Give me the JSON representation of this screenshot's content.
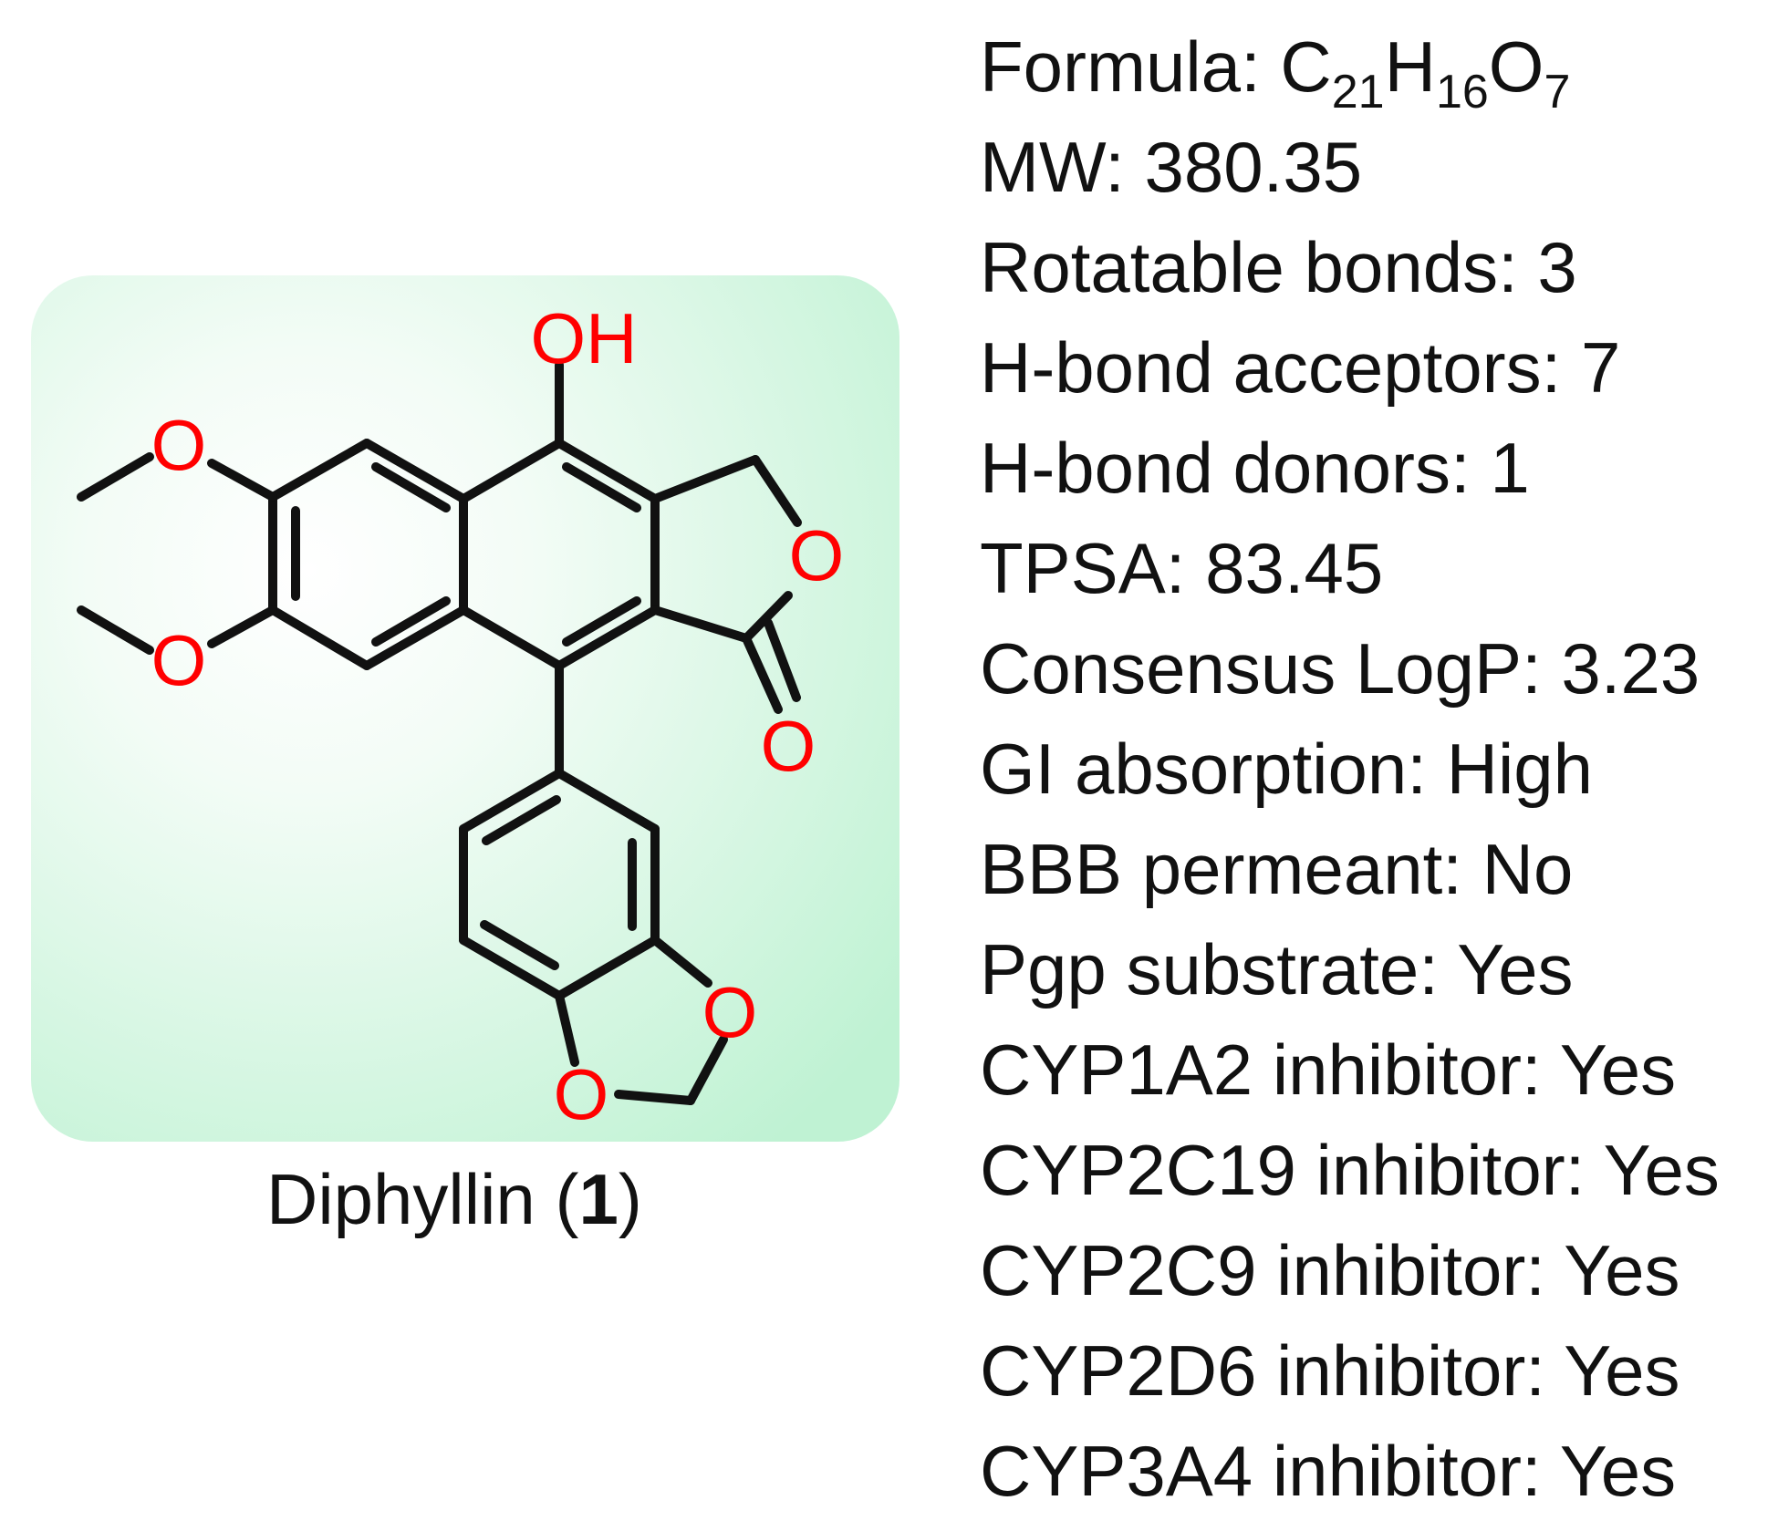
{
  "compound": {
    "name": "Diphyllin",
    "number": "1",
    "atom_labels": {
      "hydroxyl": "OH",
      "methoxy_top": "O",
      "methoxy_bottom": "O",
      "lactone_ring_o": "O",
      "carbonyl_o": "O",
      "dioxole_o_right": "O",
      "dioxole_o_left": "O"
    }
  },
  "properties": {
    "formula": {
      "label": "Formula: ",
      "element_c": "C",
      "count_c": "21",
      "element_h": "H",
      "count_h": "16",
      "element_o": "O",
      "count_o": "7"
    },
    "mw": "MW: 380.35",
    "rotatable_bonds": "Rotatable bonds: 3",
    "hbond_acceptors": "H-bond acceptors: 7",
    "hbond_donors": "H-bond donors: 1",
    "tpsa": "TPSA: 83.45",
    "consensus_logp": "Consensus LogP: 3.23",
    "gi_absorption": "GI absorption: High",
    "bbb_permeant": "BBB permeant: No",
    "pgp_substrate": "Pgp substrate: Yes",
    "cyp1a2": "CYP1A2 inhibitor: Yes",
    "cyp2c19": "CYP2C19 inhibitor: Yes",
    "cyp2c9": "CYP2C9 inhibitor: Yes",
    "cyp2d6": "CYP2D6 inhibitor: Yes",
    "cyp3a4": "CYP3A4 inhibitor: Yes"
  },
  "colors": {
    "panel_center": "#ffffff",
    "panel_edge": "#bff2d3",
    "bond": "#111111",
    "heteroatom": "#ff0000",
    "text": "#111111"
  }
}
